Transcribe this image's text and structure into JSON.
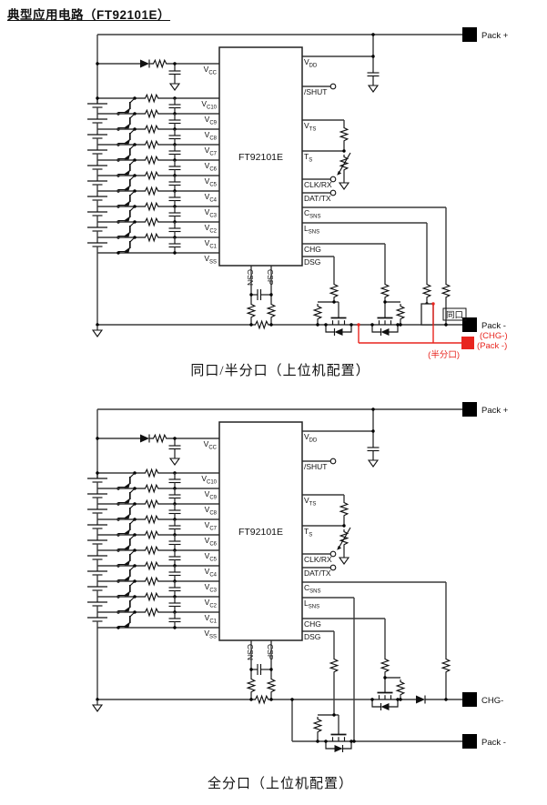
{
  "title": "典型应用电路（FT92101E）",
  "ic": {
    "name": "FT92101E",
    "left_pins": [
      {
        "main": "V",
        "sub": "CC"
      },
      {
        "main": "V",
        "sub": "C10"
      },
      {
        "main": "V",
        "sub": "C9"
      },
      {
        "main": "V",
        "sub": "C8"
      },
      {
        "main": "V",
        "sub": "C7"
      },
      {
        "main": "V",
        "sub": "C6"
      },
      {
        "main": "V",
        "sub": "C5"
      },
      {
        "main": "V",
        "sub": "C4"
      },
      {
        "main": "V",
        "sub": "C3"
      },
      {
        "main": "V",
        "sub": "C2"
      },
      {
        "main": "V",
        "sub": "C1"
      },
      {
        "main": "V",
        "sub": "SS"
      }
    ],
    "right_pins": [
      {
        "main": "V",
        "sub": "DD"
      },
      {
        "main": "/SHUT",
        "sub": ""
      },
      {
        "main": "V",
        "sub": "TS"
      },
      {
        "main": "T",
        "sub": "S"
      },
      {
        "main": "CLK/RX",
        "sub": ""
      },
      {
        "main": "DAT/TX",
        "sub": ""
      },
      {
        "main": "C",
        "sub": "SNS"
      },
      {
        "main": "L",
        "sub": "SNS"
      },
      {
        "main": "CHG",
        "sub": ""
      },
      {
        "main": "DSG",
        "sub": ""
      }
    ],
    "bottom_pins": [
      {
        "label": "CSN"
      },
      {
        "label": "CSP"
      }
    ]
  },
  "circuit1": {
    "caption": "同口/半分口（上位机配置）",
    "pack_plus": "Pack +",
    "pack_minus": "Pack -",
    "same_port_tag": "同口",
    "chg_minus_alt": "(CHG-)",
    "pack_minus_alt": "(Pack -)",
    "half_split_tag": "(半分口)"
  },
  "circuit2": {
    "caption": "全分口（上位机配置）",
    "pack_plus": "Pack +",
    "chg_minus": "CHG-",
    "pack_minus": "Pack -"
  },
  "colors": {
    "wire": "#3a3a3a",
    "component": "#111111",
    "highlight": "#e8251f"
  }
}
